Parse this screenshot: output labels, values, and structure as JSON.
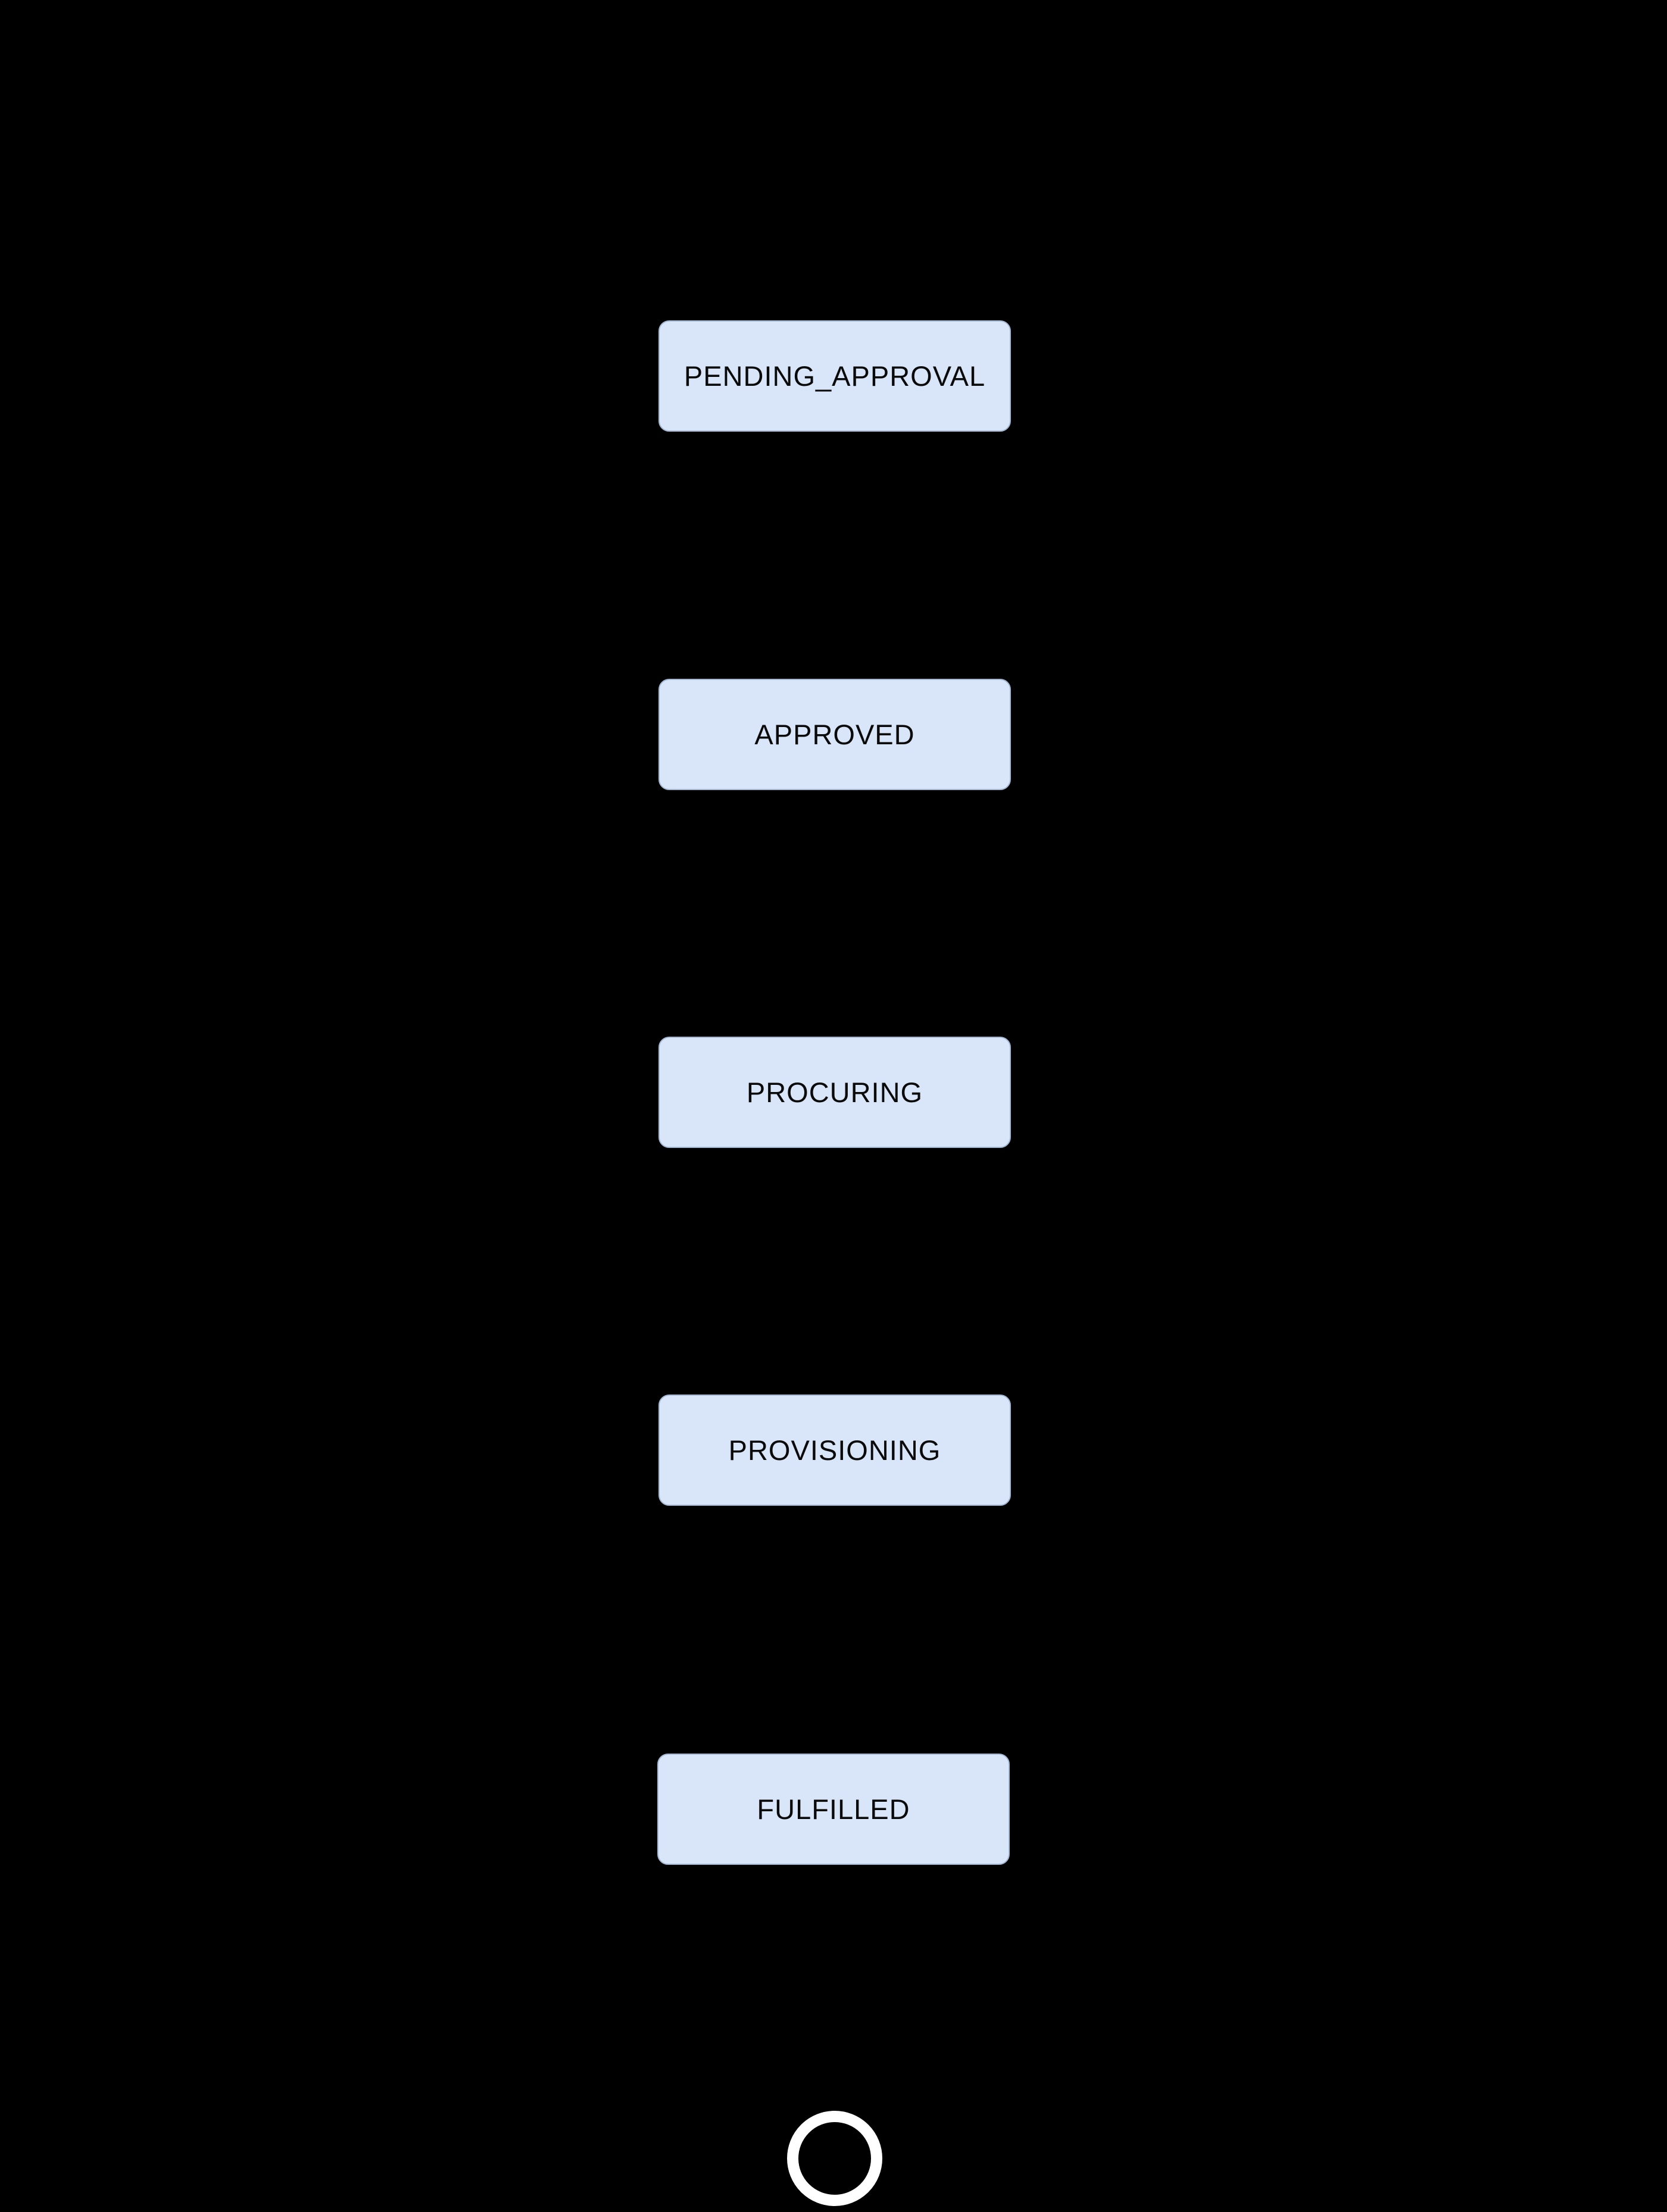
{
  "diagram": {
    "type": "state-flow",
    "orientation": "vertical",
    "theme": {
      "background": "#000000",
      "node-fill": "#d9e6f9",
      "node-border": "#a3b7d3",
      "node-text": "#0a0a0a",
      "final-ring": "#ffffff"
    },
    "states": [
      {
        "label": "PENDING_APPROVAL"
      },
      {
        "label": "APPROVED"
      },
      {
        "label": "PROCURING"
      },
      {
        "label": "PROVISIONING"
      },
      {
        "label": "FULFILLED"
      }
    ],
    "final_state": {
      "shape": "ring",
      "color": "#ffffff"
    }
  }
}
